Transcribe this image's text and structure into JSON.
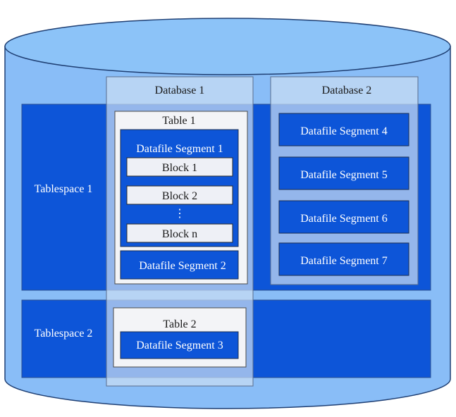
{
  "diagram": {
    "tablespaces": [
      {
        "label": "Tablespace 1"
      },
      {
        "label": "Tablespace 2"
      }
    ],
    "databases": [
      {
        "label": "Database 1"
      },
      {
        "label": "Database 2"
      }
    ],
    "tables": [
      {
        "label": "Table 1"
      },
      {
        "label": "Table 2"
      }
    ],
    "segments": {
      "seg1": "Datafile Segment 1",
      "seg2": "Datafile Segment 2",
      "seg3": "Datafile Segment 3",
      "seg4": "Datafile Segment 4",
      "seg5": "Datafile Segment 5",
      "seg6": "Datafile Segment 6",
      "seg7": "Datafile Segment 7"
    },
    "blocks": {
      "block1": "Block 1",
      "block2": "Block 2",
      "ellipsis": "⋮",
      "blockn": "Block n"
    },
    "colors": {
      "cylinder_body": "#89bdf7",
      "cylinder_top": "#8cc3f8",
      "cylinder_stroke": "#1f3f73",
      "tablespace_fill": "#0d55d8",
      "database_fill": "#c9dcf2",
      "table_fill": "#f3f4f7",
      "segment_fill": "#0d55d8",
      "block_fill": "#eef0f6"
    }
  }
}
